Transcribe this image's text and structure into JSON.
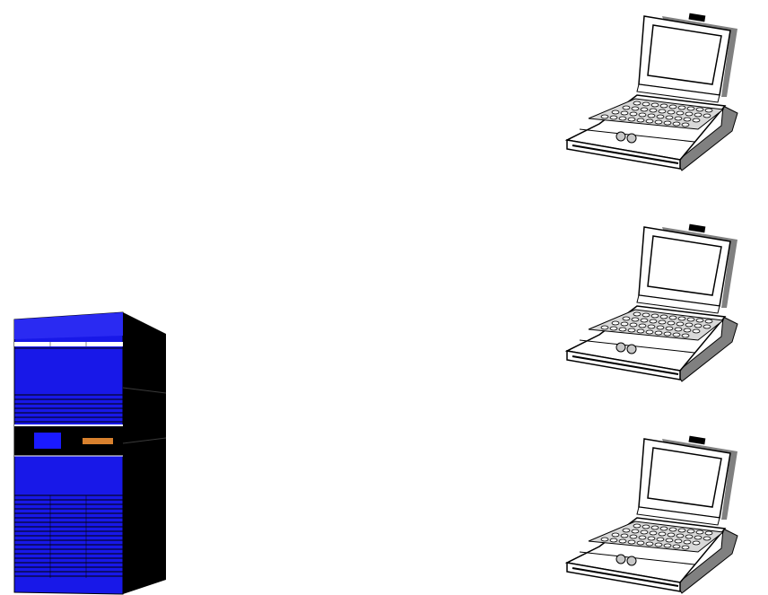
{
  "colors": {
    "server_front": "#1818e8",
    "server_top": "#2828f0",
    "server_side": "#000000",
    "server_drive_bay": "#0a0a8a",
    "server_panel": "#000000",
    "server_drive": "#1a1aff",
    "server_indicator": "#d8812e",
    "laptop_body": "#ffffff",
    "laptop_shade": "#808080",
    "laptop_outline": "#000000",
    "background": "#ffffff"
  },
  "icons": {
    "server": "tower-server-icon",
    "laptop": "laptop-icon"
  },
  "laptops": [
    {
      "name": "laptop-1"
    },
    {
      "name": "laptop-2"
    },
    {
      "name": "laptop-3"
    }
  ]
}
